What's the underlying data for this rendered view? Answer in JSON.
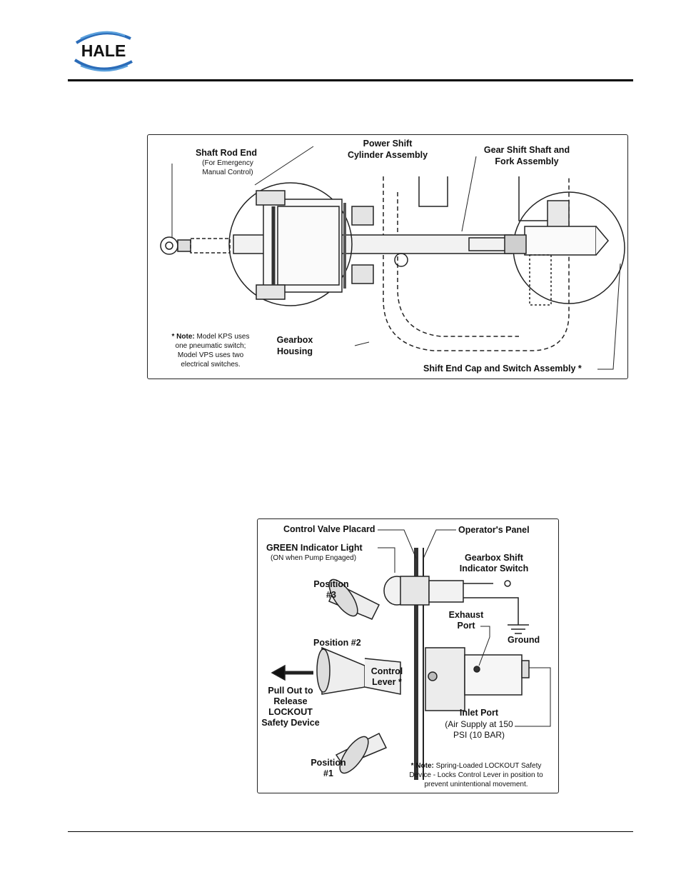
{
  "header": {
    "logo_text": "HALE"
  },
  "figure1": {
    "labels": {
      "shaft_rod_end": "Shaft Rod End",
      "shaft_rod_end_sub1": "(For Emergency",
      "shaft_rod_end_sub2": "Manual Control)",
      "power_shift_1": "Power Shift",
      "power_shift_2": "Cylinder Assembly",
      "gear_shift_1": "Gear Shift Shaft and",
      "gear_shift_2": "Fork Assembly",
      "gearbox_1": "Gearbox",
      "gearbox_2": "Housing",
      "shift_end_cap": "Shift End Cap and Switch Assembly *"
    },
    "note": {
      "marker": "*  Note:",
      "line1": "Model KPS uses",
      "line2": "one pneumatic switch;",
      "line3": "Model VPS uses two",
      "line4": "electrical switches."
    }
  },
  "figure2": {
    "labels": {
      "control_valve_placard": "Control Valve Placard",
      "operators_panel": "Operator's Panel",
      "green_light": "GREEN Indicator Light",
      "green_light_sub": "(ON when Pump Engaged)",
      "gearbox_shift_1": "Gearbox Shift",
      "gearbox_shift_2": "Indicator Switch",
      "position3_1": "Position",
      "position3_2": "#3",
      "exhaust_1": "Exhaust",
      "exhaust_2": "Port",
      "ground": "Ground",
      "position2": "Position #2",
      "control_lever_1": "Control",
      "control_lever_2": "Lever *",
      "pull_out_1": "Pull Out to",
      "pull_out_2": "Release",
      "pull_out_3": "LOCKOUT",
      "pull_out_4": "Safety Device",
      "inlet_1": "Inlet Port",
      "inlet_2": "(Air Supply at 150",
      "inlet_3": "PSI (10 BAR)",
      "position1_1": "Position",
      "position1_2": "#1"
    },
    "note": {
      "marker": "*  Note:",
      "line1": "Spring-Loaded LOCKOUT Safety",
      "line2": "Device - Locks Control Lever in position to",
      "line3": "prevent unintentional movement."
    }
  }
}
